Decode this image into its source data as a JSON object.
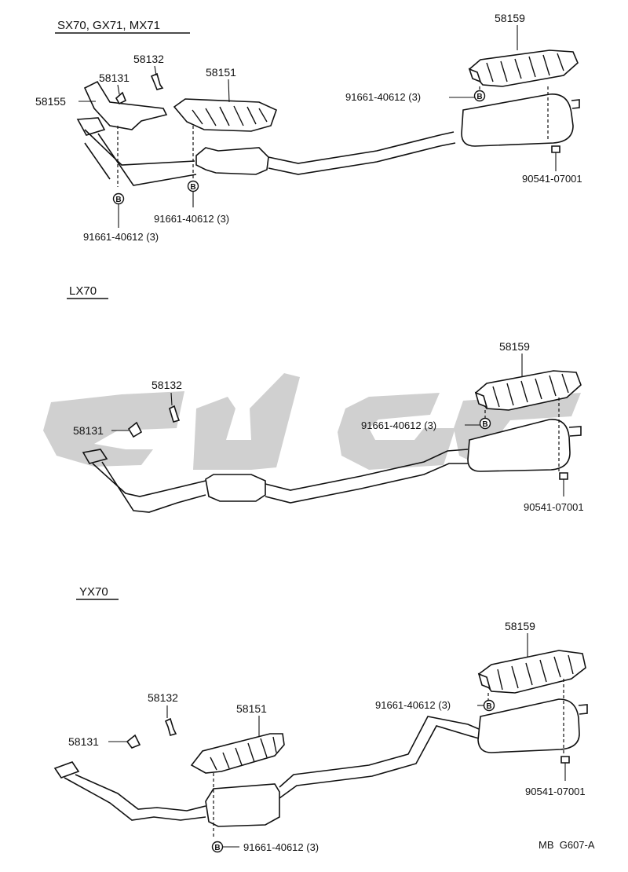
{
  "sections": [
    {
      "header": "SX70, GX71, MX71",
      "labels": {
        "p58159": "58159",
        "p58132": "58132",
        "p58131": "58131",
        "p58151": "58151",
        "p58155": "58155",
        "bolt_right": "91661-40612 (3)",
        "nut_right": "90541-07001",
        "bolt_mid": "91661-40612 (3)",
        "bolt_left": "91661-40612 (3)"
      }
    },
    {
      "header": "LX70",
      "labels": {
        "p58159": "58159",
        "p58132": "58132",
        "p58131": "58131",
        "bolt_right": "91661-40612 (3)",
        "nut_right": "90541-07001"
      }
    },
    {
      "header": "YX70",
      "labels": {
        "p58159": "58159",
        "p58132": "58132",
        "p58151": "58151",
        "p58131": "58131",
        "bolt_right": "91661-40612 (3)",
        "nut_right": "90541-07001",
        "bolt_bottom": "91661-40612 (3)"
      }
    }
  ],
  "bolt_marker": "B",
  "footer": {
    "code": "MB  G607-A"
  },
  "watermark_color": "#c8c8c8"
}
